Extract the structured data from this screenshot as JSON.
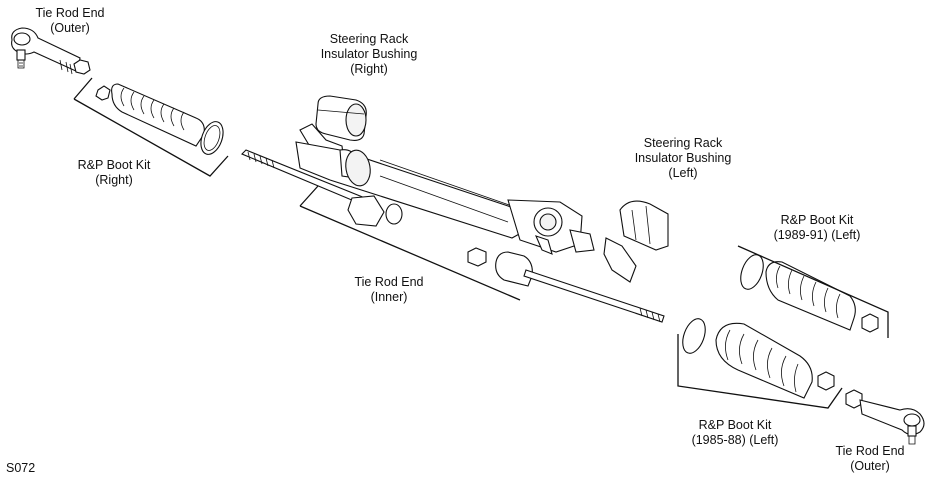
{
  "labels": {
    "tie_rod_end_outer_right": [
      "Tie Rod End",
      "(Outer)"
    ],
    "steering_bushing_right": [
      "Steering Rack",
      "Insulator Bushing",
      "(Right)"
    ],
    "boot_kit_right": [
      "R&P Boot Kit",
      "(Right)"
    ],
    "steering_bushing_left": [
      "Steering Rack",
      "Insulator Bushing",
      "(Left)"
    ],
    "boot_kit_1989": [
      "R&P Boot Kit",
      "(1989-91) (Left)"
    ],
    "tie_rod_end_inner": [
      "Tie Rod End",
      "(Inner)"
    ],
    "boot_kit_1985": [
      "R&P Boot Kit",
      "(1985-88) (Left)"
    ],
    "tie_rod_end_outer_left": [
      "Tie Rod End",
      "(Outer)"
    ]
  },
  "figure_code": "S072"
}
